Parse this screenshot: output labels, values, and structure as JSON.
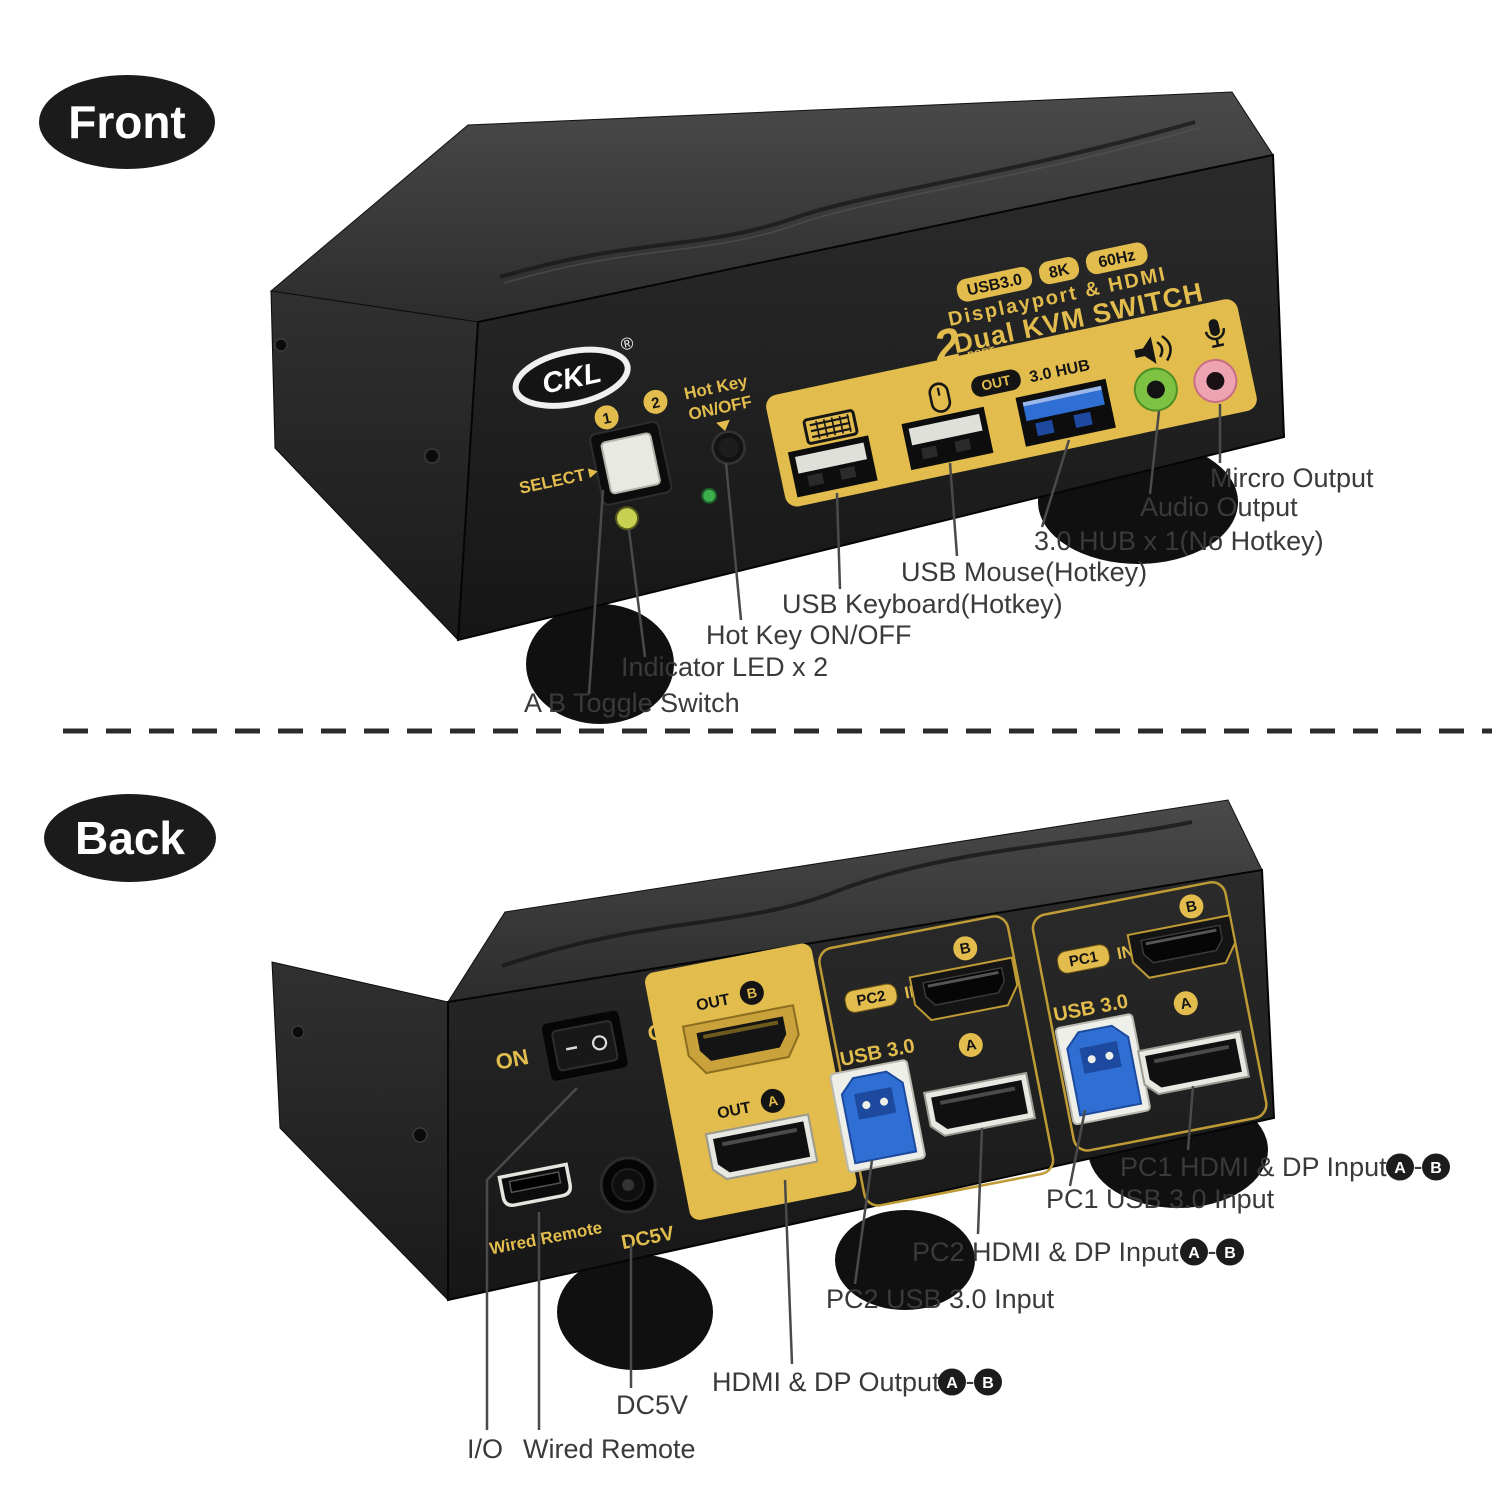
{
  "front_view": {
    "tag": "Front",
    "device": {
      "brand": "CKL",
      "reg": "®",
      "spec_badges": [
        "USB3.0",
        "8K",
        "60Hz"
      ],
      "spec_line": "Displayport & HDMI",
      "product_line": "Dual KVM SWITCH",
      "port_count": "2",
      "port_word": "PORT",
      "select_label": "SELECT",
      "num1": "1",
      "num2": "2",
      "hotkey_line1": "Hot Key",
      "hotkey_line2": "ON/OFF",
      "out_badge": "OUT",
      "hub_label": "3.0 HUB"
    },
    "callouts": [
      {
        "label": "Mircro Output"
      },
      {
        "label": "Audio Output"
      },
      {
        "label": "3.0 HUB x 1(No Hotkey)"
      },
      {
        "label": "USB Mouse(Hotkey)"
      },
      {
        "label": "USB Keyboard(Hotkey)"
      },
      {
        "label": "Hot Key ON/OFF"
      },
      {
        "label": "Indicator LED x 2"
      },
      {
        "label": "A B Toggle Switch"
      }
    ]
  },
  "back_view": {
    "tag": "Back",
    "device": {
      "power_on": "ON",
      "power_off": "OFF",
      "out_label": "OUT",
      "out_b_letter": "B",
      "out_a_letter": "A",
      "dc_label": "DC5V",
      "remote_label": "Wired Remote",
      "pc2_badge": "PC2",
      "pc1_badge": "PC1",
      "in_label": "IN",
      "usb_label": "USB 3.0",
      "letter_a": "A",
      "letter_b": "B"
    },
    "callouts": [
      {
        "label": "PC1 HDMI & DP Input",
        "a": "A",
        "b": "B",
        "sep": "-"
      },
      {
        "label": "PC1 USB 3.0 Input"
      },
      {
        "label": "PC2 HDMI & DP Input",
        "a": "A",
        "b": "B",
        "sep": "-"
      },
      {
        "label": "PC2 USB 3.0 Input"
      },
      {
        "label": "HDMI & DP Output",
        "a": "A",
        "b": "B",
        "sep": "-"
      },
      {
        "label": "DC5V"
      },
      {
        "label": "I/O"
      },
      {
        "label": "Wired Remote"
      }
    ]
  },
  "colors": {
    "panel_yellow": "#E2BC4C",
    "usb_blue": "#2F6FD4",
    "audio_green": "#7DC242",
    "mic_pink": "#EDA3B2",
    "led_yellow_green": "#C8D052",
    "led_green": "#3CAE4C",
    "gold_outline": "#BF9B35",
    "body_black": "#1E1E1E"
  }
}
